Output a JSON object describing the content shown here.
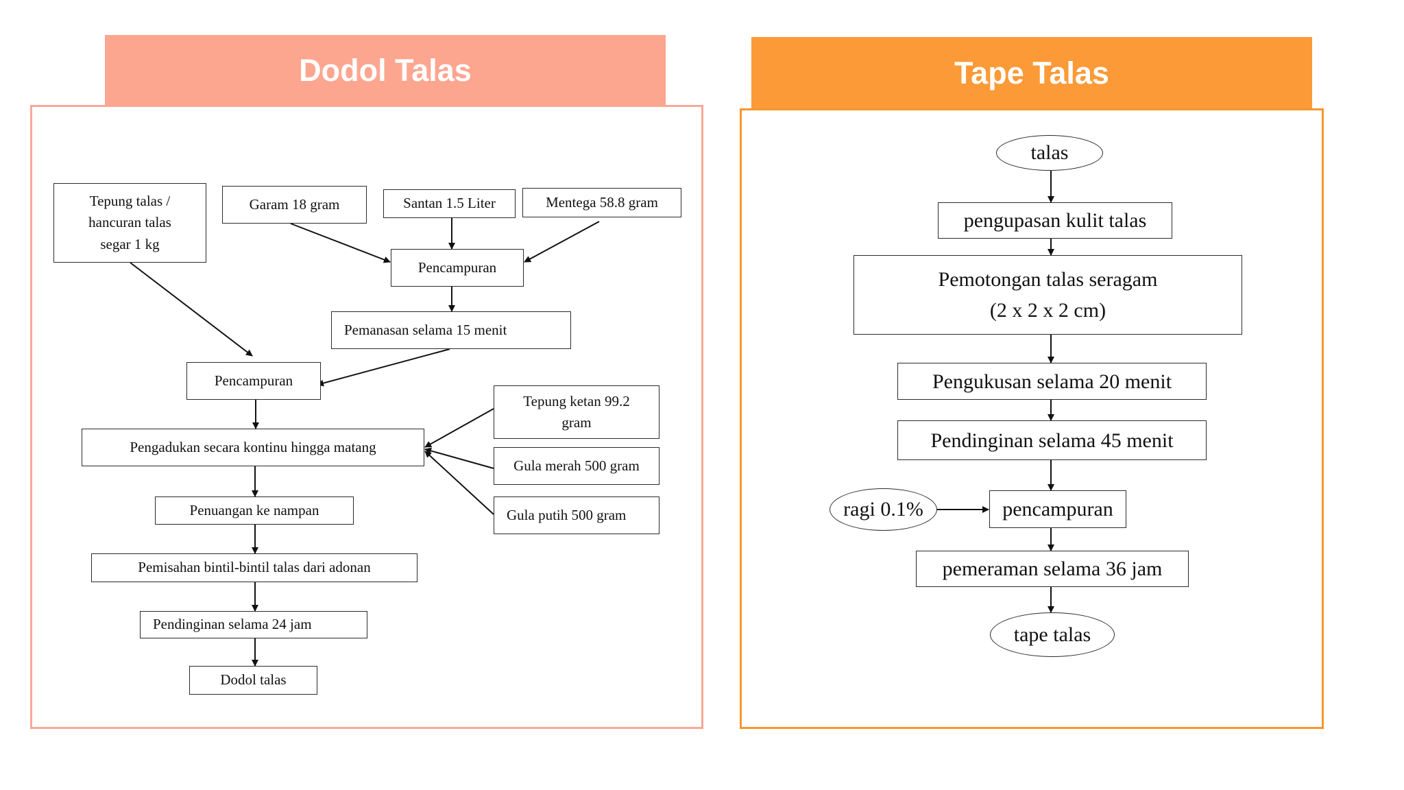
{
  "panels": {
    "left": {
      "title": "Dodol Talas",
      "color": "#fca690"
    },
    "right": {
      "title": "Tape Talas",
      "color": "#fb9a37"
    }
  },
  "dodol": {
    "tepung_talas": "Tepung talas / hancuran talas segar 1 kg",
    "garam": "Garam 18 gram",
    "santan": "Santan 1.5 Liter",
    "mentega": "Mentega 58.8 gram",
    "pencampuran_1": "Pencampuran",
    "pemanasan": "Pemanasan selama 15 menit",
    "pencampuran_2": "Pencampuran",
    "pengadukan": "Pengadukan secara kontinu hingga matang",
    "tepung_ketan": "Tepung ketan 99.2 gram",
    "gula_merah": "Gula merah 500 gram",
    "gula_putih": "Gula putih 500 gram",
    "penuangan": "Penuangan ke nampan",
    "pemisahan": "Pemisahan bintil-bintil talas dari adonan",
    "pendinginan": "Pendinginan selama 24 jam",
    "hasil": "Dodol talas"
  },
  "tape": {
    "talas": "talas",
    "pengupasan": "pengupasan kulit talas",
    "pemotongan": "Pemotongan talas seragam (2 x 2 x 2 cm)",
    "pengukusan": "Pengukusan selama 20 menit",
    "pendinginan": "Pendinginan selama 45 menit",
    "ragi": "ragi 0.1%",
    "pencampuran": "pencampuran",
    "pemeraman": "pemeraman selama 36 jam",
    "hasil": "tape talas"
  }
}
